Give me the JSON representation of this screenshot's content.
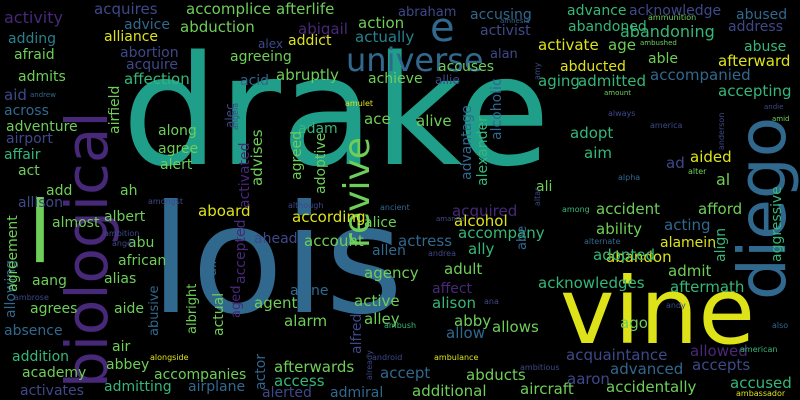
{
  "words": {
    "drake": "drake",
    "lois": "lois",
    "vine": "vine",
    "diego": "diego",
    "biological": "biological",
    "revive": "revive",
    "universe": "universe",
    "l": "l",
    "e": "e",
    "activity": "activity",
    "acquires": "acquires",
    "accomplice": "accomplice",
    "afterlife": "afterlife",
    "abraham": "abraham",
    "advance": "advance",
    "acknowledge": "acknowledge",
    "abused": "abused",
    "advice": "advice",
    "abduction": "abduction",
    "abigail": "abigail",
    "action": "action",
    "accusing": "accusing",
    "abandoned": "abandoned",
    "address": "address",
    "adding": "adding",
    "alliance": "alliance",
    "actually": "actually",
    "activist": "activist",
    "abandoning": "abandoning",
    "afraid": "afraid",
    "abortion": "abortion",
    "addict": "addict",
    "alan": "alan",
    "activate": "activate",
    "age": "age",
    "abuse": "abuse",
    "acquire": "acquire",
    "agreeing": "agreeing",
    "accuses": "accuses",
    "able": "able",
    "afterward": "afterward",
    "admits": "admits",
    "abruptly": "abruptly",
    "achieve": "achieve",
    "allie": "allie",
    "abducted": "abducted",
    "aid": "aid",
    "affection": "affection",
    "acid": "acid",
    "aging": "aging",
    "admitted": "admitted",
    "accompanied": "accompanied",
    "across": "across",
    "accepting": "accepting",
    "adventure": "adventure",
    "ace": "ace",
    "alive": "alive",
    "airport": "airport",
    "adam": "adam",
    "adopt": "adopt",
    "affair": "affair",
    "along": "along",
    "agree": "agree",
    "aim": "aim",
    "aided": "aided",
    "act": "act",
    "alert": "alert",
    "advises": "advises",
    "adoptive": "adoptive",
    "ad": "ad",
    "add": "add",
    "ali": "ali",
    "al": "al",
    "allison": "allison",
    "ah": "ah",
    "aggressive": "aggressive",
    "accident": "accident",
    "afford": "afford",
    "albert": "albert",
    "aboard": "aboard",
    "according": "according",
    "acquired": "acquired",
    "almost": "almost",
    "alice": "alice",
    "alcohol": "alcohol",
    "ability": "ability",
    "acting": "acting",
    "abu": "abu",
    "ahead": "ahead",
    "account": "account",
    "actress": "actress",
    "accompany": "accompany",
    "alamein": "alamein",
    "align": "align",
    "african": "african",
    "allen": "allen",
    "ally": "ally",
    "abandon": "abandon",
    "alias": "alias",
    "agency": "agency",
    "adult": "adult",
    "adopted": "adopted",
    "admit": "admit",
    "aang": "aang",
    "affect": "affect",
    "acknowledges": "acknowledges",
    "aftermath": "aftermath",
    "agrees": "agrees",
    "aide": "aide",
    "agent": "agent",
    "alone": "alone",
    "alison": "alison",
    "ago": "ago",
    "abby": "abby",
    "absence": "absence",
    "actual": "actual",
    "alarm": "alarm",
    "active": "active",
    "alley": "alley",
    "allows": "allows",
    "allow": "allow",
    "addition": "addition",
    "air": "air",
    "acquaintance": "acquaintance",
    "allowed": "allowed",
    "abbey": "abbey",
    "academy": "academy",
    "accompanies": "accompanies",
    "afterwards": "afterwards",
    "accept": "accept",
    "advanced": "advanced",
    "accepts": "accepts",
    "activates": "activates",
    "admitting": "admitting",
    "airplane": "airplane",
    "access": "access",
    "abducts": "abducts",
    "aaron": "aaron",
    "accused": "accused",
    "additional": "additional",
    "aircraft": "aircraft",
    "accidentally": "accidentally",
    "alerted": "alerted",
    "admiral": "admiral",
    "alongside": "alongside",
    "ambulance": "ambulance",
    "ambitious": "ambitious",
    "american": "american",
    "ambassador": "ambassador",
    "amnesia": "amnesia",
    "ammunition": "ammunition",
    "ambushed": "ambushed",
    "amount": "amount",
    "amulet": "amulet",
    "always": "always",
    "america": "america",
    "andie": "andie",
    "amid": "amid",
    "anderson": "anderson",
    "airfield": "airfield",
    "alexander": "alexander",
    "alcoholic": "alcoholic",
    "advantage": "advantage",
    "alex": "alex",
    "alec": "alec",
    "angela": "angela",
    "andrew": "andrew",
    "amy": "amy",
    "alpha": "alpha",
    "alter": "alter",
    "altar": "altar",
    "although": "although",
    "ancient": "ancient",
    "amongst": "amongst",
    "amanda": "amanda",
    "among": "among",
    "abe": "abe",
    "andrea": "andrea",
    "alternate": "alternate",
    "ambition": "ambition",
    "angel": "angel",
    "alien": "alien",
    "ana": "ana",
    "andy": "andy",
    "ambrose": "ambrose",
    "ambush": "ambush",
    "also": "also",
    "android": "android",
    "already": "already",
    "alfred": "alfred",
    "albright": "albright",
    "abusive": "abusive",
    "allowing": "allowing",
    "agreement": "agreement",
    "actor": "actor",
    "aged": "aged",
    "accepted": "accepted",
    "activated": "activated",
    "agreed": "agreed"
  },
  "colors": {
    "teal": "#1f9e89",
    "blue": "#31688e",
    "yellow": "#dde318",
    "green": "#6ece58",
    "purple": "#482878",
    "indigo": "#3e4989",
    "seafoam": "#35b779",
    "dark": "#26828e"
  }
}
